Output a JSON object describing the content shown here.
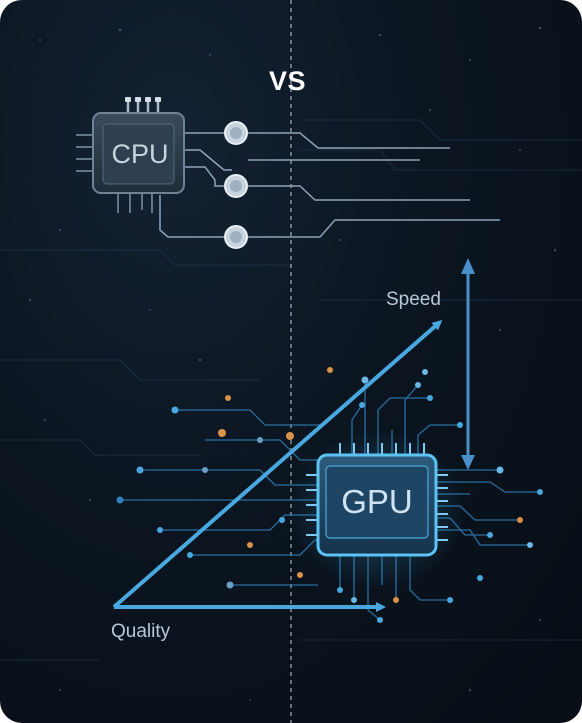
{
  "title": "VS",
  "cpu": {
    "label": "CPU"
  },
  "gpu": {
    "label": "GPU"
  },
  "axes": {
    "vertical_label": "Speed",
    "horizontal_label": "Quality"
  },
  "colors": {
    "background": "#0b1520",
    "accent": "#4aa8e0",
    "cpu_chip": "#2b3a4a",
    "gpu_glow": "#3fb4f0",
    "node_orange": "#d9924a"
  },
  "icons": [
    "cpu-chip-icon",
    "gpu-chip-icon",
    "connector-node-icon"
  ]
}
